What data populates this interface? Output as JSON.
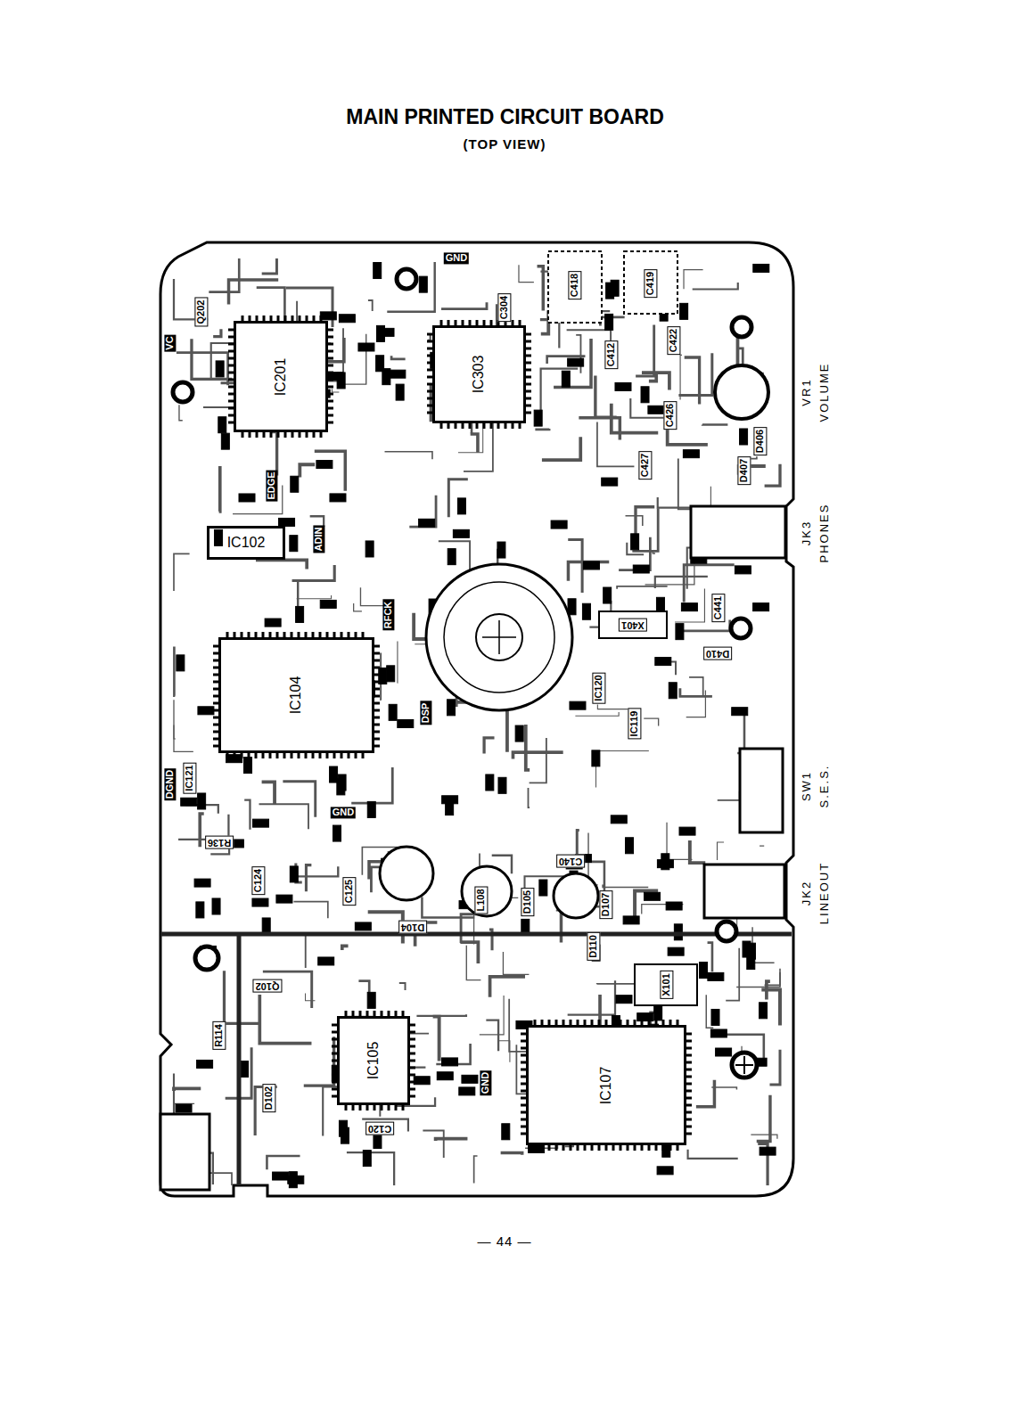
{
  "diagram": {
    "title": "MAIN PRINTED CIRCUIT BOARD",
    "nodes": [
      {
        "text": [
          "IC201"
        ]
      },
      {
        "text": [
          "IC303"
        ]
      },
      {
        "text": [
          "IC102"
        ]
      },
      {
        "text": [
          "IC104"
        ]
      },
      {
        "text": [
          "IC105"
        ]
      },
      {
        "text": [
          "IC107"
        ]
      }
    ],
    "labels": [
      "(TOP VIEW)",
      "VC",
      "GND",
      "DGND",
      "GND",
      "GND",
      "EDGE",
      "ADIN",
      "RFCK",
      "DSP",
      "Q202",
      "C304",
      "C418",
      "C419",
      "C412",
      "C422",
      "C426",
      "C427",
      "D406",
      "D407",
      "X401",
      "C441",
      "D410",
      "IC120",
      "IC119",
      "IC121",
      "R136",
      "C124",
      "C125",
      "L108",
      "C140",
      "D105",
      "D104",
      "D107",
      "D110",
      "X101",
      "Q102",
      "R114",
      "D102",
      "C120",
      "VR1",
      "VOLUME",
      "JK3",
      "PHONES",
      "SW1",
      "S.E.S.",
      "JK2",
      "LINEOUT",
      "— 44 —"
    ]
  }
}
